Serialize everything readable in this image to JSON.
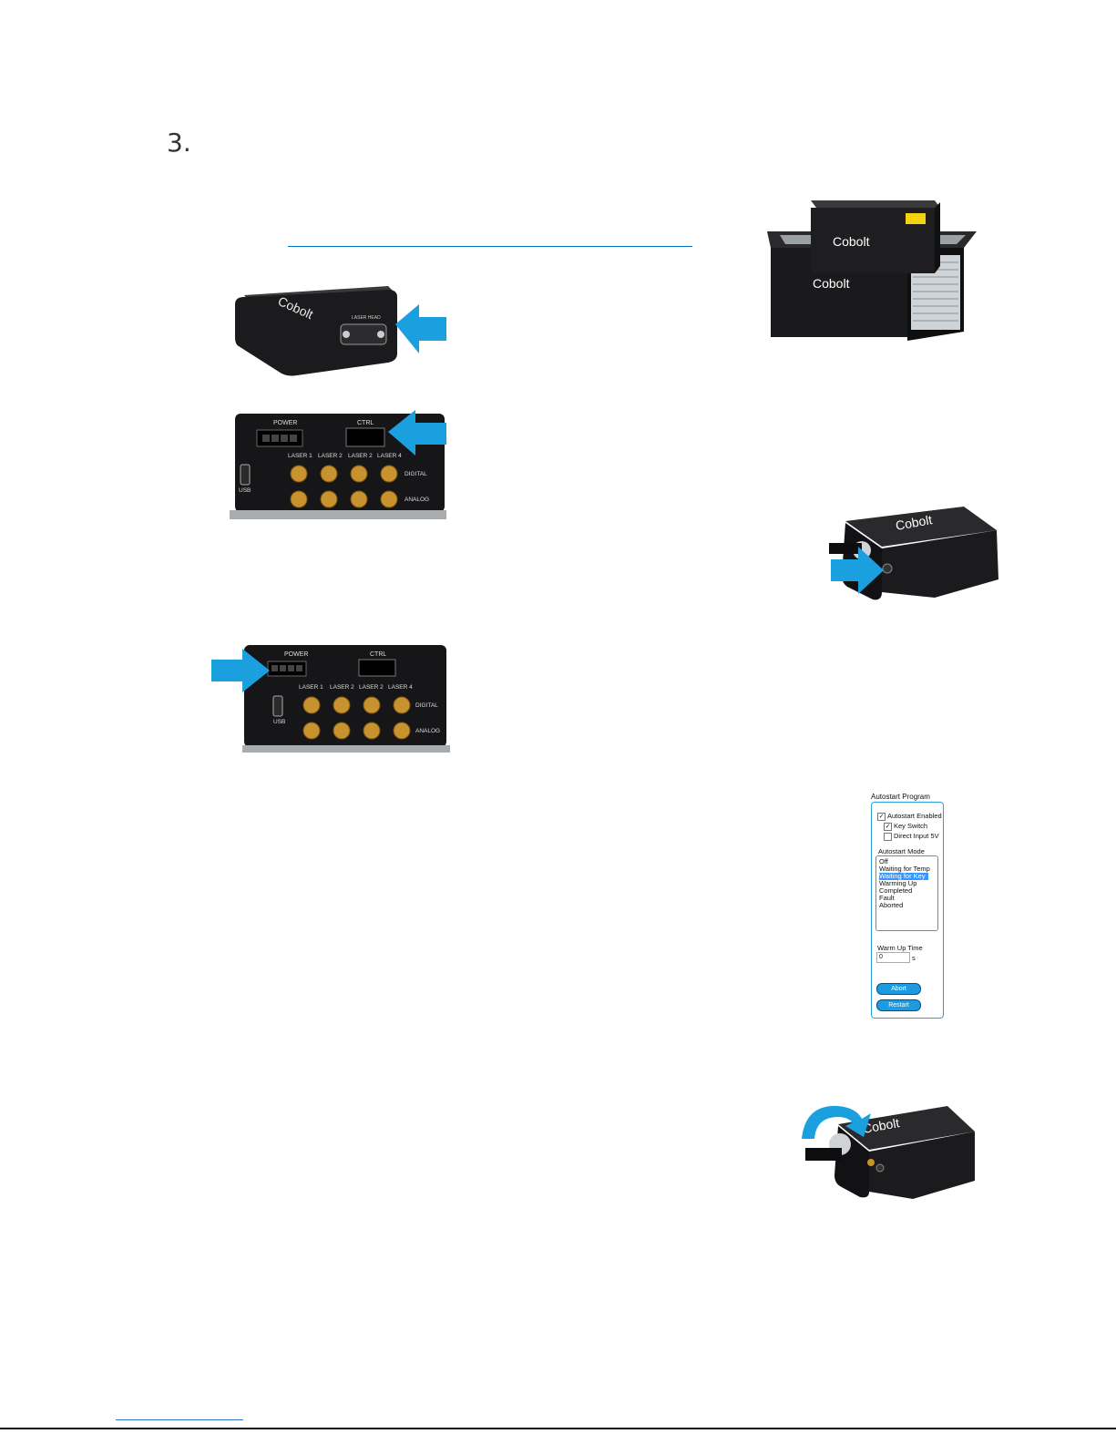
{
  "heading": {
    "number": "3."
  },
  "images": {
    "laser_head": {
      "logo_text": "Cobolt"
    },
    "controller_box": {
      "logo_text": "Cobolt",
      "port_label": "LASER HEAD"
    },
    "connector_panel": {
      "power_label": "POWER",
      "ctrl_label": "CTRL",
      "laser_labels": [
        "LASER 1",
        "LASER 2",
        "LASER 2",
        "LASER 4"
      ],
      "digital_label": "DIGITAL",
      "analog_label": "ANALOG",
      "usb_label": "USB"
    },
    "key_box": {
      "logo_text": "Cobolt"
    }
  },
  "autostart": {
    "title": "Autostart Program",
    "enabled_label": "Autostart Enabled",
    "enabled_checked": true,
    "key_switch_label": "Key Switch",
    "key_switch_checked": true,
    "direct_input_label": "Direct Input 5V",
    "direct_input_checked": false,
    "mode_title": "Autostart Mode",
    "modes": [
      "Off",
      "Waiting for Temp",
      "Waiting for Key",
      "Warming Up",
      "Completed",
      "Fault",
      "Aborted"
    ],
    "selected_mode": "Waiting for Key",
    "warm_up_label": "Warm Up Time",
    "warm_up_value": "0",
    "warm_up_unit": "s",
    "abort_label": "Abort",
    "restart_label": "Restart"
  },
  "colors": {
    "arrow": "#1aa0de",
    "device": "#1c1c1e",
    "accent": "#2aa3dc",
    "gold": "#c8932e"
  }
}
